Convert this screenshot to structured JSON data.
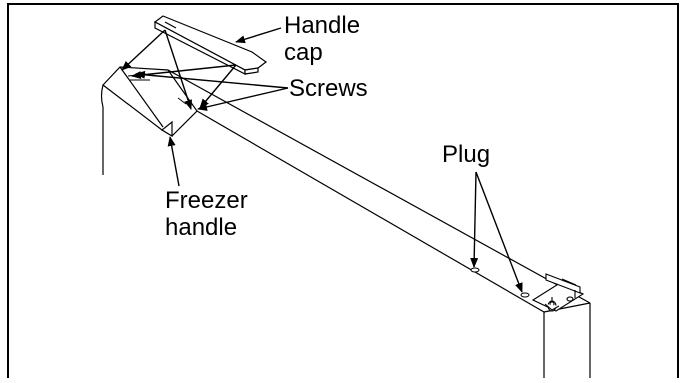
{
  "labels": {
    "handle_cap": [
      "Handle",
      "cap"
    ],
    "screws": "Screws",
    "freezer_handle": [
      "Freezer",
      "handle"
    ],
    "plug": "Plug"
  },
  "colors": {
    "line": "#000000",
    "background": "#ffffff"
  }
}
